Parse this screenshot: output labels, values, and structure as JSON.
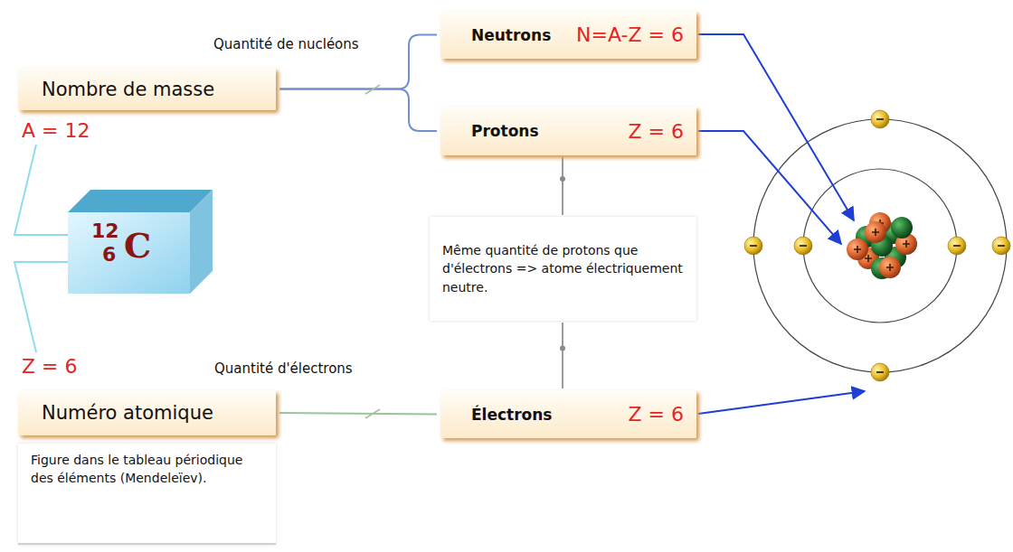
{
  "diagram": {
    "nodes": [
      {
        "text": [
          "Neutrons",
          "N=A-Z = 6"
        ]
      },
      {
        "text": [
          "Nombre de masse",
          "A = 12"
        ]
      },
      {
        "text": [
          "Protons",
          "Z = 6"
        ]
      },
      {
        "text": [
          "12",
          "6",
          "C"
        ]
      },
      {
        "text": [
          "Même quantité de protons que d'électrons => atome électriquement neutre."
        ]
      },
      {
        "text": [
          "Z = 6",
          "Numéro atomique"
        ]
      },
      {
        "text": [
          "Électrons",
          "Z = 6"
        ]
      },
      {
        "text": [
          "Figure dans le tableau périodique des éléments (Mendeleïev)."
        ]
      }
    ],
    "edges": [
      {
        "from": 1,
        "to": 0,
        "arrow": "none"
      },
      {
        "from": 1,
        "to": 2,
        "arrow": "none"
      },
      {
        "from": 5,
        "to": 6,
        "arrow": "none"
      },
      {
        "from": 2,
        "to": 4,
        "arrow": "none"
      },
      {
        "from": 4,
        "to": 6,
        "arrow": "none"
      },
      {
        "from": 3,
        "to": 1,
        "arrow": "none"
      },
      {
        "from": 3,
        "to": 5,
        "arrow": "none"
      }
    ],
    "labels": [
      "Quantité de nucléons",
      "Quantité d'électrons"
    ]
  }
}
